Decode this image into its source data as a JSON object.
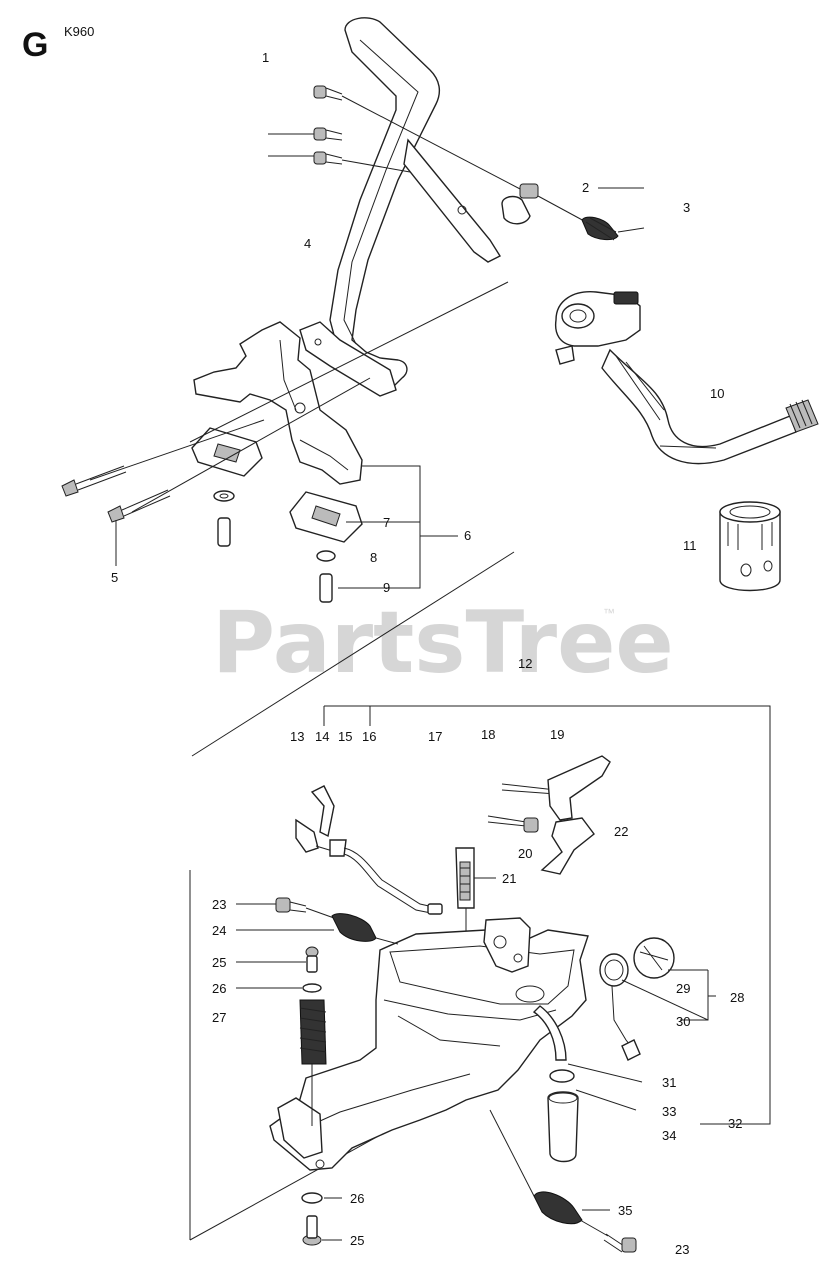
{
  "header": {
    "section_letter": "G",
    "model": "K960"
  },
  "watermark": {
    "text": "PartsTree",
    "trademark": "™"
  },
  "labels": [
    {
      "id": "l1",
      "text": "1"
    },
    {
      "id": "l2",
      "text": "2"
    },
    {
      "id": "l3",
      "text": "3"
    },
    {
      "id": "l4",
      "text": "4"
    },
    {
      "id": "l5",
      "text": "5"
    },
    {
      "id": "l6",
      "text": "6"
    },
    {
      "id": "l7",
      "text": "7"
    },
    {
      "id": "l8",
      "text": "8"
    },
    {
      "id": "l9",
      "text": "9"
    },
    {
      "id": "l10",
      "text": "10"
    },
    {
      "id": "l11",
      "text": "11"
    },
    {
      "id": "l12",
      "text": "12"
    },
    {
      "id": "l13",
      "text": "13"
    },
    {
      "id": "l14",
      "text": "14"
    },
    {
      "id": "l15",
      "text": "15"
    },
    {
      "id": "l16",
      "text": "16"
    },
    {
      "id": "l17",
      "text": "17"
    },
    {
      "id": "l18",
      "text": "18"
    },
    {
      "id": "l19",
      "text": "19"
    },
    {
      "id": "l20",
      "text": "20"
    },
    {
      "id": "l21",
      "text": "21"
    },
    {
      "id": "l22",
      "text": "22"
    },
    {
      "id": "l23a",
      "text": "23"
    },
    {
      "id": "l24",
      "text": "24"
    },
    {
      "id": "l25a",
      "text": "25"
    },
    {
      "id": "l26a",
      "text": "26"
    },
    {
      "id": "l27",
      "text": "27"
    },
    {
      "id": "l28",
      "text": "28"
    },
    {
      "id": "l29",
      "text": "29"
    },
    {
      "id": "l30",
      "text": "30"
    },
    {
      "id": "l31",
      "text": "31"
    },
    {
      "id": "l32",
      "text": "32"
    },
    {
      "id": "l33",
      "text": "33"
    },
    {
      "id": "l34",
      "text": "34"
    },
    {
      "id": "l35",
      "text": "35"
    },
    {
      "id": "l26b",
      "text": "26"
    },
    {
      "id": "l25b",
      "text": "25"
    },
    {
      "id": "l23b",
      "text": "23"
    }
  ]
}
